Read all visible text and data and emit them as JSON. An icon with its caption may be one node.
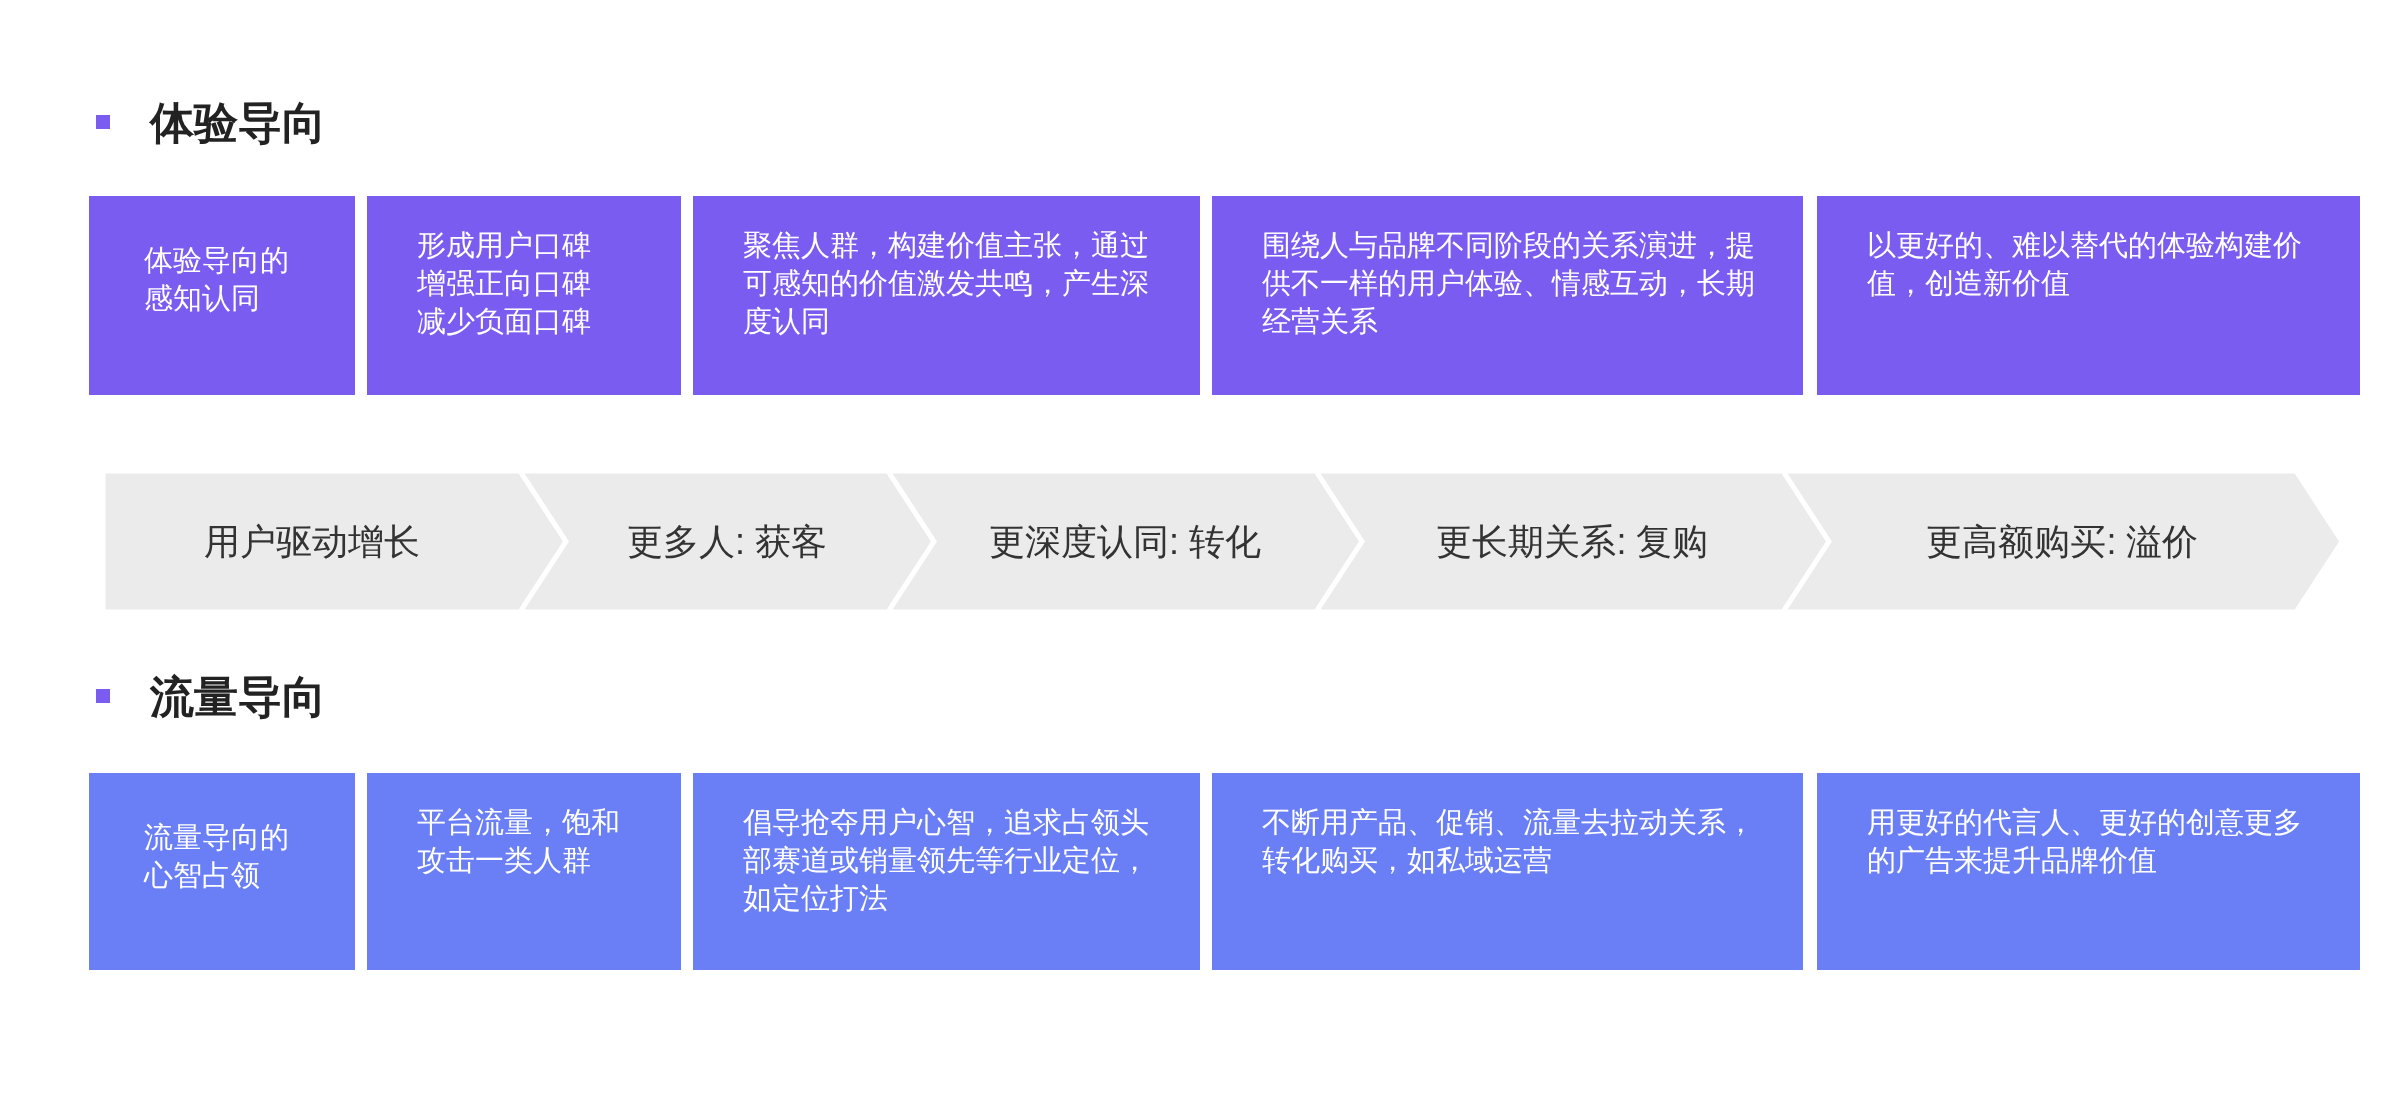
{
  "diagram": {
    "nodes": [
      {
        "text": [
          "体验导向的感知认同"
        ]
      },
      {
        "text": [
          "形成用户口碑",
          "增强正向口碑",
          "减少负面口碑"
        ]
      },
      {
        "text": [
          "聚焦人群，构建价值主张，通过可感知的价值激发共鸣，产生深度认同"
        ]
      },
      {
        "text": [
          "围绕人与品牌不同阶段的关系演进，提供不一样的用户体验、情感互动，长期经营关系"
        ]
      },
      {
        "text": [
          "以更好的、难以替代的体验构建价值，创造新价值"
        ]
      },
      {
        "text": [
          "用户驱动增长"
        ]
      },
      {
        "text": [
          "更多人: 获客"
        ]
      },
      {
        "text": [
          "更深度认同: 转化"
        ]
      },
      {
        "text": [
          "更长期关系: 复购"
        ]
      },
      {
        "text": [
          "更高额购买: 溢价"
        ]
      },
      {
        "text": [
          "流量导向的心智占领"
        ]
      },
      {
        "text": [
          "平台流量，饱和攻击一类人群"
        ]
      },
      {
        "text": [
          "倡导抢夺用户心智，追求占领头部赛道或销量领先等行业定位，如定位打法"
        ]
      },
      {
        "text": [
          "不断用产品、促销、流量去拉动关系，转化购买，如私域运营"
        ]
      },
      {
        "text": [
          "用更好的代言人、更好的创意更多的广告来提升品牌价值"
        ]
      }
    ],
    "labels": [
      "体验导向",
      "流量导向"
    ]
  }
}
